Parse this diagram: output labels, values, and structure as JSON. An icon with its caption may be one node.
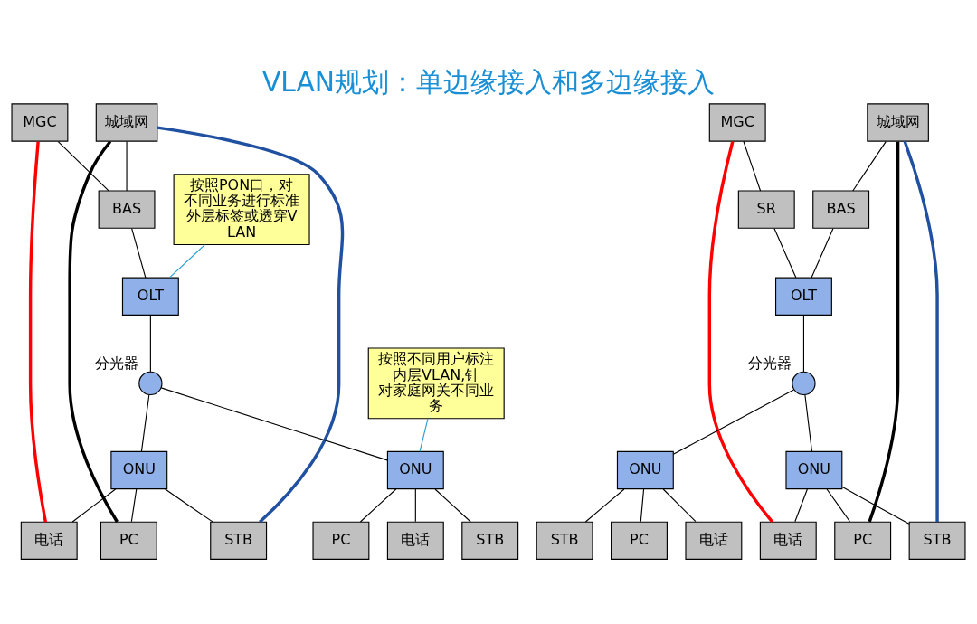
{
  "diagram": {
    "title": "VLAN规划：单边缘接入和多边缘接入",
    "nodes": [
      {
        "text": [
          "城域网"
        ]
      },
      {
        "text": [
          "MGC"
        ]
      },
      {
        "text": [
          "BAS"
        ]
      },
      {
        "text": [
          "OLT"
        ]
      },
      {
        "text": [],
        "shape": "circle",
        "beside": [
          "分光器"
        ]
      },
      {
        "text": [
          "ONU"
        ]
      },
      {
        "text": [
          "ONU"
        ]
      },
      {
        "text": [
          "电话"
        ]
      },
      {
        "text": [
          "STB"
        ]
      },
      {
        "text": [
          "PC"
        ]
      },
      {
        "text": [
          "电话"
        ]
      },
      {
        "text": [
          "STB"
        ]
      },
      {
        "text": [
          "PC"
        ]
      },
      {
        "text": [
          "按照PON口，对不同业务进行标准外层标签或透穿VLAN"
        ]
      },
      {
        "text": [
          "按照不同用户标注内层VLAN,针对家庭网关不同业务"
        ]
      },
      {
        "text": [
          "MGC"
        ]
      },
      {
        "text": [
          "城域网"
        ]
      },
      {
        "text": [
          "SR"
        ]
      },
      {
        "text": [
          "BAS"
        ]
      },
      {
        "text": [
          "OLT"
        ]
      },
      {
        "text": [],
        "shape": "circle",
        "beside": [
          "分光器"
        ]
      },
      {
        "text": [
          "ONU"
        ]
      },
      {
        "text": [
          "ONU"
        ]
      },
      {
        "text": [
          "电话"
        ]
      },
      {
        "text": [
          "STB"
        ]
      },
      {
        "text": [
          "PC"
        ]
      },
      {
        "text": [
          "电话"
        ]
      },
      {
        "text": [
          "STB"
        ]
      },
      {
        "text": [
          "PC"
        ]
      }
    ],
    "edges": [
      {
        "from": 0,
        "to": 2,
        "arrow": "none"
      },
      {
        "from": 1,
        "to": 2,
        "arrow": "none"
      },
      {
        "from": 2,
        "to": 3,
        "arrow": "none"
      },
      {
        "from": 3,
        "to": 4,
        "arrow": "none"
      },
      {
        "from": 4,
        "to": 5,
        "arrow": "none"
      },
      {
        "from": 4,
        "to": 6,
        "arrow": "none"
      },
      {
        "from": 5,
        "to": 7,
        "arrow": "none"
      },
      {
        "from": 5,
        "to": 8,
        "arrow": "none"
      },
      {
        "from": 5,
        "to": 9,
        "arrow": "none"
      },
      {
        "from": 6,
        "to": 10,
        "arrow": "none"
      },
      {
        "from": 6,
        "to": 11,
        "arrow": "none"
      },
      {
        "from": 6,
        "to": 12,
        "arrow": "none"
      },
      {
        "from": 1,
        "to": 7,
        "arrow": "none",
        "style": "thick",
        "color": "#ff0000"
      },
      {
        "from": 0,
        "to": 8,
        "arrow": "none",
        "style": "thick",
        "color": "#2050a0"
      },
      {
        "from": 0,
        "to": 9,
        "arrow": "none",
        "style": "thick"
      },
      {
        "from": 13,
        "to": 3,
        "arrow": "none",
        "color": "#2a9fd6"
      },
      {
        "from": 14,
        "to": 6,
        "arrow": "none",
        "color": "#2a9fd6"
      },
      {
        "from": 15,
        "to": 17,
        "arrow": "none"
      },
      {
        "from": 16,
        "to": 18,
        "arrow": "none"
      },
      {
        "from": 17,
        "to": 19,
        "arrow": "none"
      },
      {
        "from": 18,
        "to": 19,
        "arrow": "none"
      },
      {
        "from": 19,
        "to": 20,
        "arrow": "none"
      },
      {
        "from": 20,
        "to": 21,
        "arrow": "none"
      },
      {
        "from": 20,
        "to": 22,
        "arrow": "none"
      },
      {
        "from": 21,
        "to": 23,
        "arrow": "none"
      },
      {
        "from": 21,
        "to": 24,
        "arrow": "none"
      },
      {
        "from": 21,
        "to": 25,
        "arrow": "none"
      },
      {
        "from": 22,
        "to": 26,
        "arrow": "none"
      },
      {
        "from": 22,
        "to": 27,
        "arrow": "none"
      },
      {
        "from": 22,
        "to": 28,
        "arrow": "none"
      },
      {
        "from": 15,
        "to": 23,
        "arrow": "none",
        "style": "thick",
        "color": "#ff0000"
      },
      {
        "from": 16,
        "to": 24,
        "arrow": "none",
        "style": "thick",
        "color": "#2050a0"
      },
      {
        "from": 16,
        "to": 25,
        "arrow": "none",
        "style": "thick"
      }
    ]
  }
}
